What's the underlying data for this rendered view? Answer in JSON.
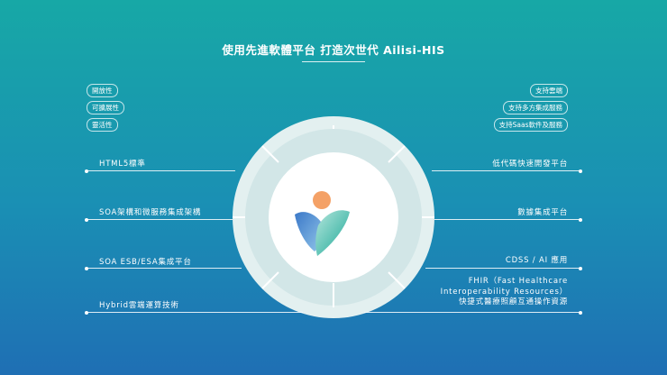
{
  "title": "使用先進軟體平台 打造次世代 Ailisi-HIS",
  "left_tags": [
    "開放性",
    "可擴展性",
    "靈活性"
  ],
  "right_tags": [
    "支持雲端",
    "支持多方集成服務",
    "支持Saas軟件及服務"
  ],
  "left_features": [
    "HTML5標準",
    "SOA架構和微服務集成架構",
    "SOA ESB/ESA集成平台",
    "Hybrid雲端運算技術"
  ],
  "right_features": [
    "低代碼快速開發平台",
    "數據集成平台",
    "CDSS / AI 應用",
    [
      "FHIR（Fast Healthcare",
      "Interoperability Resources）",
      "快捷式醫療照顧互通操作資源"
    ]
  ],
  "center_logo": "logo-person-heart-icon"
}
